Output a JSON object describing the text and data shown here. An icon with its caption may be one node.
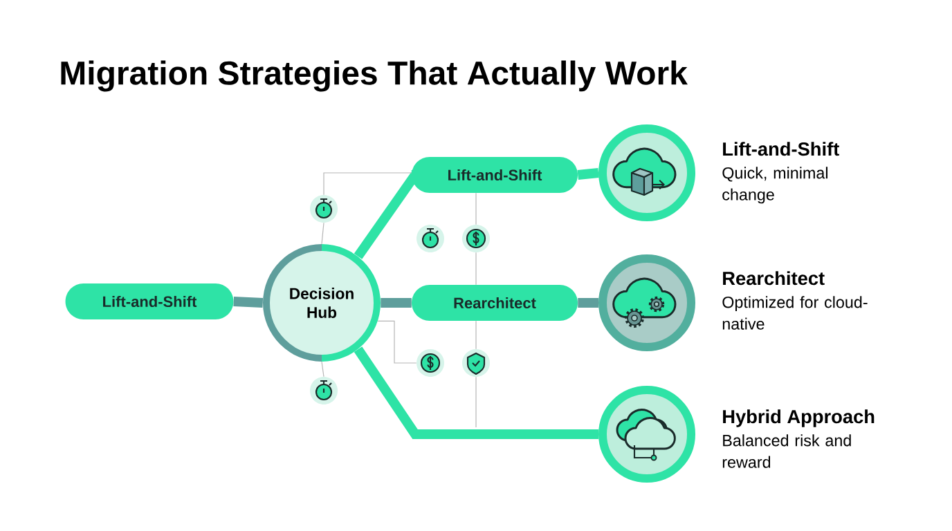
{
  "diagram": {
    "title": "Migration Strategies That Actually Work",
    "nodes": [
      {
        "text": [
          "Lift-and-Shift"
        ]
      },
      {
        "text": [
          "Decision Hub"
        ]
      },
      {
        "text": [
          "Lift-and-Shift"
        ]
      },
      {
        "text": [
          "Rearchitect"
        ]
      },
      {
        "text": [
          "Lift-and-Shift",
          "Quick, minimal change"
        ]
      },
      {
        "text": [
          "Rearchitect",
          "Optimized for cloud-native"
        ]
      },
      {
        "text": [
          "Hybrid Approach",
          "Balanced risk and reward"
        ]
      },
      {
        "text": [],
        "shape": "circle"
      },
      {
        "text": [],
        "shape": "circle"
      },
      {
        "text": [],
        "shape": "circle"
      },
      {
        "text": [],
        "shape": "circle"
      },
      {
        "text": [],
        "shape": "circle"
      },
      {
        "text": [],
        "shape": "circle"
      }
    ],
    "edges": [
      {
        "from": 0,
        "to": 1,
        "arrow": "none",
        "style": "thick",
        "color": "#5e9e9c"
      },
      {
        "from": 1,
        "to": 2,
        "arrow": "none",
        "style": "thick",
        "color": "#2ee3a6"
      },
      {
        "from": 1,
        "to": 3,
        "arrow": "none",
        "style": "thick",
        "color": "#5e9e9c"
      },
      {
        "from": 1,
        "to": 6,
        "arrow": "none",
        "style": "thick",
        "color": "#2ee3a6"
      },
      {
        "from": 2,
        "to": 4,
        "arrow": "none",
        "style": "thick",
        "color": "#2ee3a6"
      },
      {
        "from": 3,
        "to": 5,
        "arrow": "none",
        "style": "thick",
        "color": "#5e9e9c"
      },
      {
        "from": 1,
        "to": 7,
        "arrow": "none"
      },
      {
        "from": 7,
        "to": 2,
        "arrow": "none"
      },
      {
        "from": 2,
        "to": 9,
        "arrow": "none"
      },
      {
        "from": 9,
        "to": 3,
        "arrow": "none"
      },
      {
        "from": 3,
        "to": 11,
        "arrow": "none"
      },
      {
        "from": 11,
        "to": null,
        "arrow": "none"
      },
      {
        "from": 1,
        "to": 10,
        "arrow": "none"
      },
      {
        "from": 1,
        "to": 12,
        "arrow": "none"
      }
    ]
  }
}
